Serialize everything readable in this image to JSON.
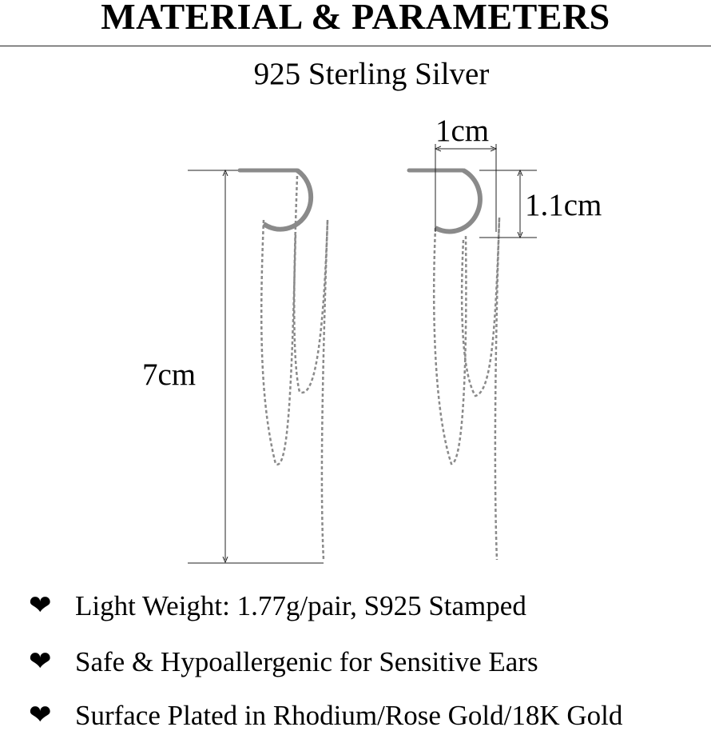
{
  "header": {
    "title": "MATERIAL & PARAMETERS",
    "material": "925 Sterling Silver"
  },
  "dimensions": {
    "length": "7cm",
    "width": "1cm",
    "hoop_height": "1.1cm"
  },
  "features": [
    {
      "icon": "heart-icon",
      "text": "Light Weight: 1.77g/pair, S925 Stamped"
    },
    {
      "icon": "heart-icon",
      "text": "Safe & Hypoallergenic for Sensitive Ears"
    },
    {
      "icon": "heart-icon",
      "text": "Surface Plated in Rhodium/Rose Gold/18K Gold"
    }
  ],
  "colors": {
    "text": "#000000",
    "metal": "#8a8a8a",
    "line": "#222222"
  }
}
